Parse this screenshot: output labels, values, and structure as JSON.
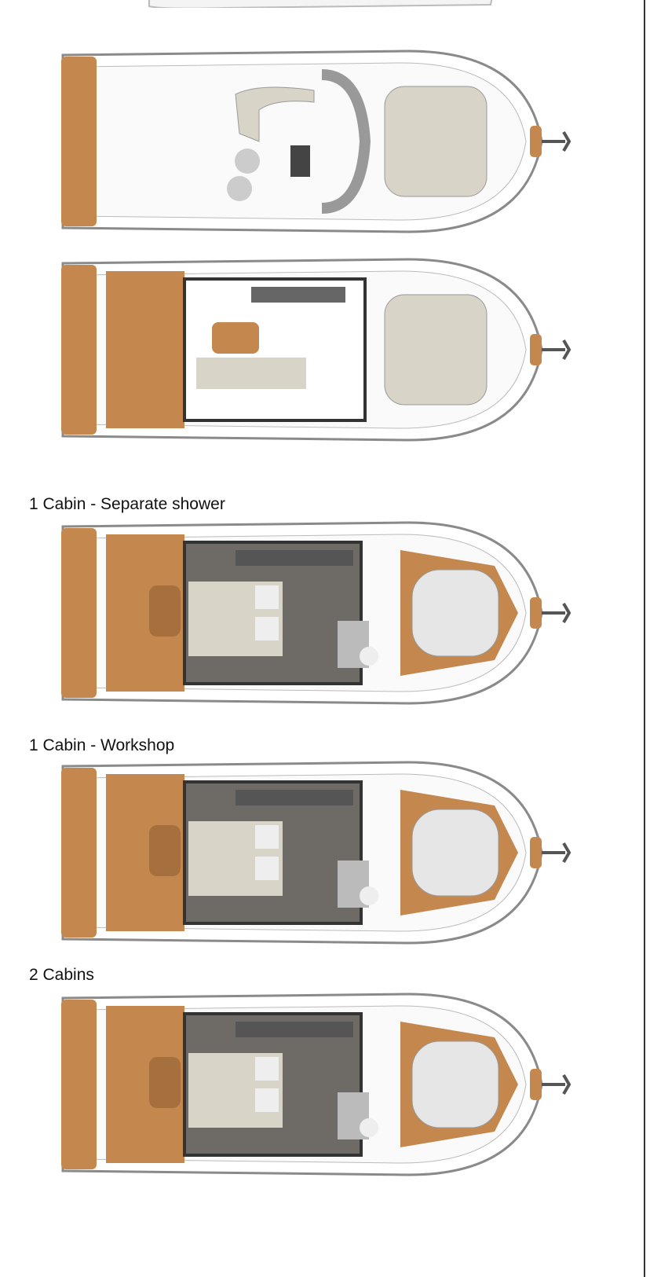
{
  "layouts": [
    {
      "id": "flybridge-deck",
      "label": null,
      "interior": "none"
    },
    {
      "id": "main-deck",
      "label": null,
      "interior": "saloon"
    },
    {
      "id": "one-cabin-separate-shower",
      "label": "1 Cabin - Separate shower",
      "interior": "cabin"
    },
    {
      "id": "one-cabin-workshop",
      "label": "1 Cabin - Workshop",
      "interior": "cabin"
    },
    {
      "id": "two-cabins",
      "label": "2 Cabins",
      "interior": "cabin"
    }
  ],
  "colors": {
    "teak": "#c4884f",
    "hull": "#ffffff",
    "outline": "#8a8a8a",
    "cushion": "#d8d4c8",
    "cabin_floor": "#6e6a66",
    "divider": "#333333"
  }
}
